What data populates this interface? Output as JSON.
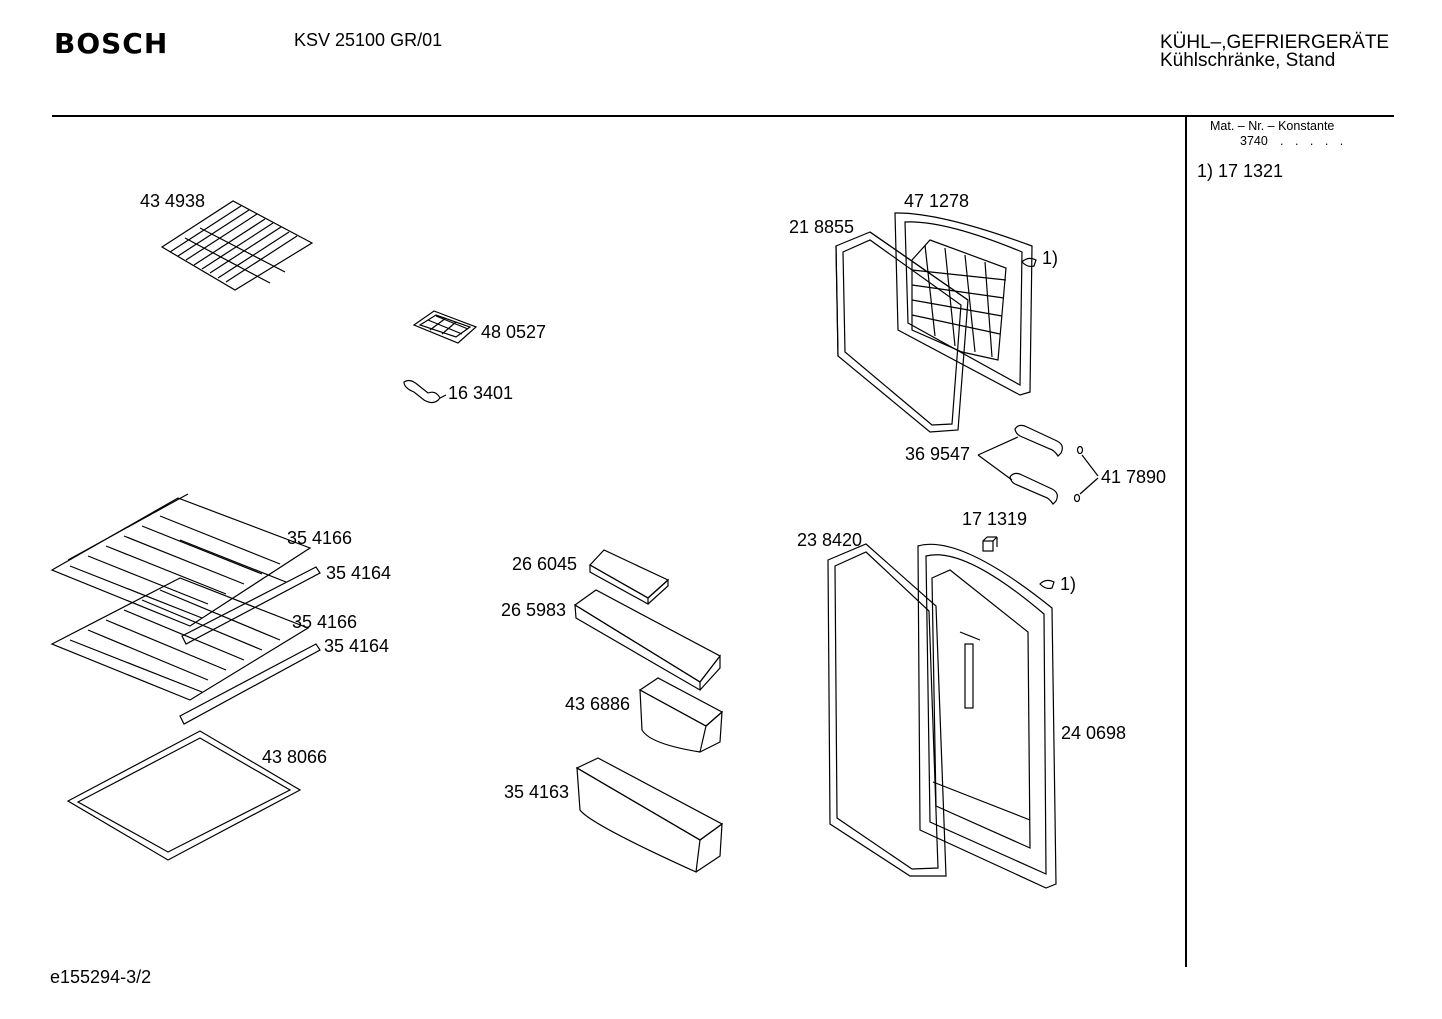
{
  "header": {
    "brand": "BOSCH",
    "model": "KSV 25100 GR/01",
    "category_line1": "KÜHL–,GEFRIERGERÄTE",
    "category_line2": "Kühlschränke, Stand"
  },
  "sidebar": {
    "constant_label": "Mat. – Nr. – Konstante",
    "constant_value": "3740",
    "constant_dots": ". . . . .",
    "note": "1)  17 1321"
  },
  "footer": {
    "doc_id": "e155294-3/2"
  },
  "parts": [
    {
      "id": "434938",
      "label": "43 4938"
    },
    {
      "id": "480527",
      "label": "48 0527"
    },
    {
      "id": "163401",
      "label": "16 3401"
    },
    {
      "id": "471278",
      "label": "47 1278"
    },
    {
      "id": "218855",
      "label": "21 8855"
    },
    {
      "id": "369547",
      "label": "36 9547"
    },
    {
      "id": "417890",
      "label": "41 7890"
    },
    {
      "id": "171319",
      "label": "17 1319"
    },
    {
      "id": "238420",
      "label": "23 8420"
    },
    {
      "id": "240698",
      "label": "24 0698"
    },
    {
      "id": "354166a",
      "label": "35 4166"
    },
    {
      "id": "354164a",
      "label": "35 4164"
    },
    {
      "id": "354166b",
      "label": "35 4166"
    },
    {
      "id": "354164b",
      "label": "35 4164"
    },
    {
      "id": "438066",
      "label": "43 8066"
    },
    {
      "id": "266045",
      "label": "26 6045"
    },
    {
      "id": "265983",
      "label": "26 5983"
    },
    {
      "id": "436886",
      "label": "43 6886"
    },
    {
      "id": "354163",
      "label": "35 4163"
    }
  ],
  "callouts": [
    {
      "id": "freezer-door",
      "label": "1)"
    },
    {
      "id": "fridge-door",
      "label": "1)"
    }
  ]
}
